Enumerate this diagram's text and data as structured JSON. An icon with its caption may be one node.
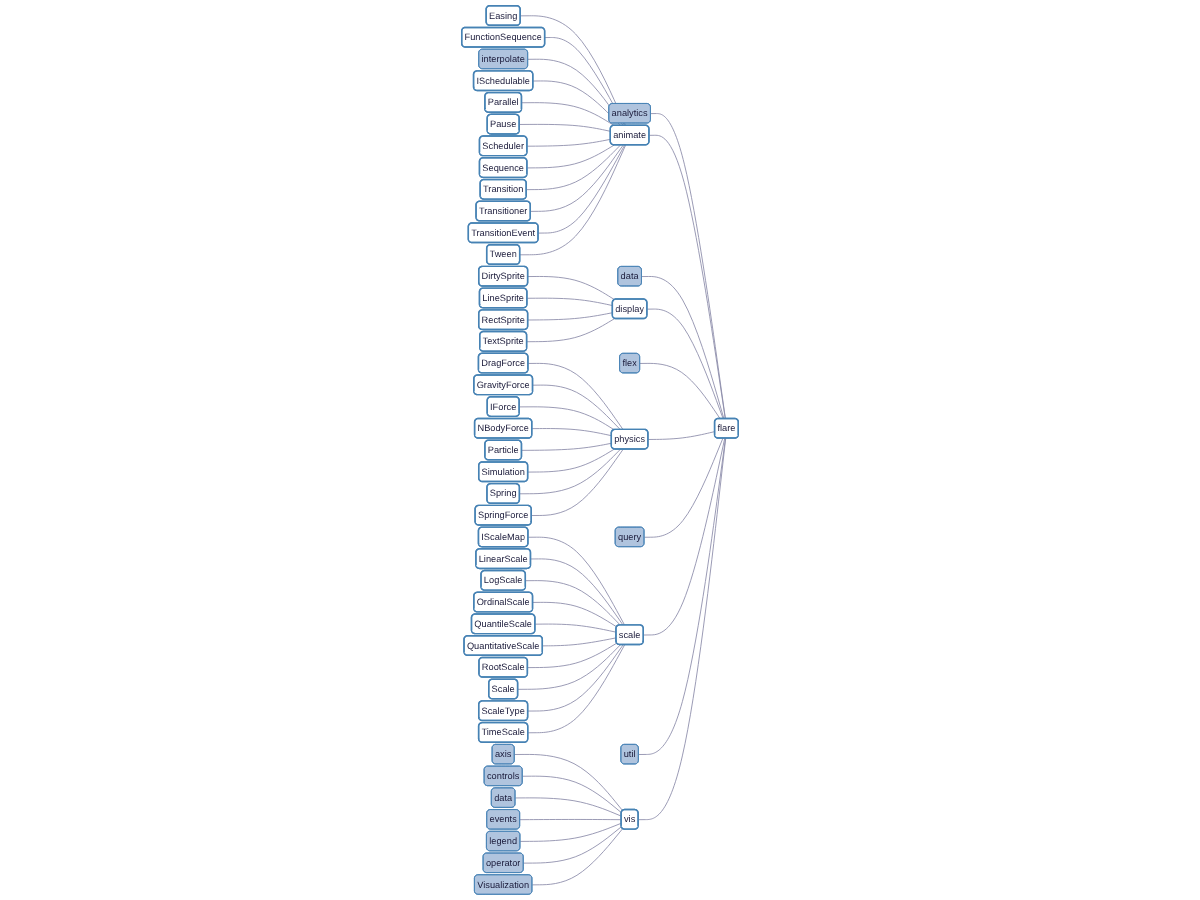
{
  "diagram": {
    "nodes": [
      {
        "text": [
          "Easing"
        ]
      },
      {
        "text": [
          "FunctionSequence"
        ]
      },
      {
        "text": [
          "interpolate"
        ]
      },
      {
        "text": [
          "ISchedulable"
        ]
      },
      {
        "text": [
          "Parallel"
        ]
      },
      {
        "text": [
          "Pause"
        ]
      },
      {
        "text": [
          "Scheduler"
        ]
      },
      {
        "text": [
          "Sequence"
        ]
      },
      {
        "text": [
          "Transition"
        ]
      },
      {
        "text": [
          "Transitioner"
        ]
      },
      {
        "text": [
          "TransitionEvent"
        ]
      },
      {
        "text": [
          "Tween"
        ]
      },
      {
        "text": [
          "DirtySprite"
        ]
      },
      {
        "text": [
          "LineSprite"
        ]
      },
      {
        "text": [
          "RectSprite"
        ]
      },
      {
        "text": [
          "TextSprite"
        ]
      },
      {
        "text": [
          "DragForce"
        ]
      },
      {
        "text": [
          "GravityForce"
        ]
      },
      {
        "text": [
          "IForce"
        ]
      },
      {
        "text": [
          "NBodyForce"
        ]
      },
      {
        "text": [
          "Particle"
        ]
      },
      {
        "text": [
          "Simulation"
        ]
      },
      {
        "text": [
          "Spring"
        ]
      },
      {
        "text": [
          "SpringForce"
        ]
      },
      {
        "text": [
          "IScaleMap"
        ]
      },
      {
        "text": [
          "LinearScale"
        ]
      },
      {
        "text": [
          "LogScale"
        ]
      },
      {
        "text": [
          "OrdinalScale"
        ]
      },
      {
        "text": [
          "QuantileScale"
        ]
      },
      {
        "text": [
          "QuantitativeScale"
        ]
      },
      {
        "text": [
          "RootScale"
        ]
      },
      {
        "text": [
          "Scale"
        ]
      },
      {
        "text": [
          "ScaleType"
        ]
      },
      {
        "text": [
          "TimeScale"
        ]
      },
      {
        "text": [
          "axis"
        ]
      },
      {
        "text": [
          "controls"
        ]
      },
      {
        "text": [
          "data"
        ]
      },
      {
        "text": [
          "events"
        ]
      },
      {
        "text": [
          "legend"
        ]
      },
      {
        "text": [
          "operator"
        ]
      },
      {
        "text": [
          "Visualization"
        ]
      },
      {
        "text": [
          "analytics"
        ]
      },
      {
        "text": [
          "animate"
        ]
      },
      {
        "text": [
          "data"
        ]
      },
      {
        "text": [
          "display"
        ]
      },
      {
        "text": [
          "flex"
        ]
      },
      {
        "text": [
          "physics"
        ]
      },
      {
        "text": [
          "query"
        ]
      },
      {
        "text": [
          "scale"
        ]
      },
      {
        "text": [
          "util"
        ]
      },
      {
        "text": [
          "vis"
        ]
      },
      {
        "text": [
          "flare"
        ]
      }
    ],
    "edges": [
      {
        "from": 51,
        "to": 41,
        "arrow": "none"
      },
      {
        "from": 51,
        "to": 42,
        "arrow": "none"
      },
      {
        "from": 51,
        "to": 43,
        "arrow": "none"
      },
      {
        "from": 51,
        "to": 44,
        "arrow": "none"
      },
      {
        "from": 51,
        "to": 45,
        "arrow": "none"
      },
      {
        "from": 51,
        "to": 46,
        "arrow": "none"
      },
      {
        "from": 51,
        "to": 47,
        "arrow": "none"
      },
      {
        "from": 51,
        "to": 48,
        "arrow": "none"
      },
      {
        "from": 51,
        "to": 49,
        "arrow": "none"
      },
      {
        "from": 51,
        "to": 50,
        "arrow": "none"
      },
      {
        "from": 42,
        "to": 0,
        "arrow": "none"
      },
      {
        "from": 42,
        "to": 1,
        "arrow": "none"
      },
      {
        "from": 42,
        "to": 2,
        "arrow": "none"
      },
      {
        "from": 42,
        "to": 3,
        "arrow": "none"
      },
      {
        "from": 42,
        "to": 4,
        "arrow": "none"
      },
      {
        "from": 42,
        "to": 5,
        "arrow": "none"
      },
      {
        "from": 42,
        "to": 6,
        "arrow": "none"
      },
      {
        "from": 42,
        "to": 7,
        "arrow": "none"
      },
      {
        "from": 42,
        "to": 8,
        "arrow": "none"
      },
      {
        "from": 42,
        "to": 9,
        "arrow": "none"
      },
      {
        "from": 42,
        "to": 10,
        "arrow": "none"
      },
      {
        "from": 42,
        "to": 11,
        "arrow": "none"
      },
      {
        "from": 44,
        "to": 12,
        "arrow": "none"
      },
      {
        "from": 44,
        "to": 13,
        "arrow": "none"
      },
      {
        "from": 44,
        "to": 14,
        "arrow": "none"
      },
      {
        "from": 44,
        "to": 15,
        "arrow": "none"
      },
      {
        "from": 46,
        "to": 16,
        "arrow": "none"
      },
      {
        "from": 46,
        "to": 17,
        "arrow": "none"
      },
      {
        "from": 46,
        "to": 18,
        "arrow": "none"
      },
      {
        "from": 46,
        "to": 19,
        "arrow": "none"
      },
      {
        "from": 46,
        "to": 20,
        "arrow": "none"
      },
      {
        "from": 46,
        "to": 21,
        "arrow": "none"
      },
      {
        "from": 46,
        "to": 22,
        "arrow": "none"
      },
      {
        "from": 46,
        "to": 23,
        "arrow": "none"
      },
      {
        "from": 48,
        "to": 24,
        "arrow": "none"
      },
      {
        "from": 48,
        "to": 25,
        "arrow": "none"
      },
      {
        "from": 48,
        "to": 26,
        "arrow": "none"
      },
      {
        "from": 48,
        "to": 27,
        "arrow": "none"
      },
      {
        "from": 48,
        "to": 28,
        "arrow": "none"
      },
      {
        "from": 48,
        "to": 29,
        "arrow": "none"
      },
      {
        "from": 48,
        "to": 30,
        "arrow": "none"
      },
      {
        "from": 48,
        "to": 31,
        "arrow": "none"
      },
      {
        "from": 48,
        "to": 32,
        "arrow": "none"
      },
      {
        "from": 48,
        "to": 33,
        "arrow": "none"
      },
      {
        "from": 50,
        "to": 34,
        "arrow": "none"
      },
      {
        "from": 50,
        "to": 35,
        "arrow": "none"
      },
      {
        "from": 50,
        "to": 36,
        "arrow": "none"
      },
      {
        "from": 50,
        "to": 37,
        "arrow": "none"
      },
      {
        "from": 50,
        "to": 38,
        "arrow": "none"
      },
      {
        "from": 50,
        "to": 39,
        "arrow": "none"
      },
      {
        "from": 50,
        "to": 40,
        "arrow": "none"
      }
    ]
  }
}
